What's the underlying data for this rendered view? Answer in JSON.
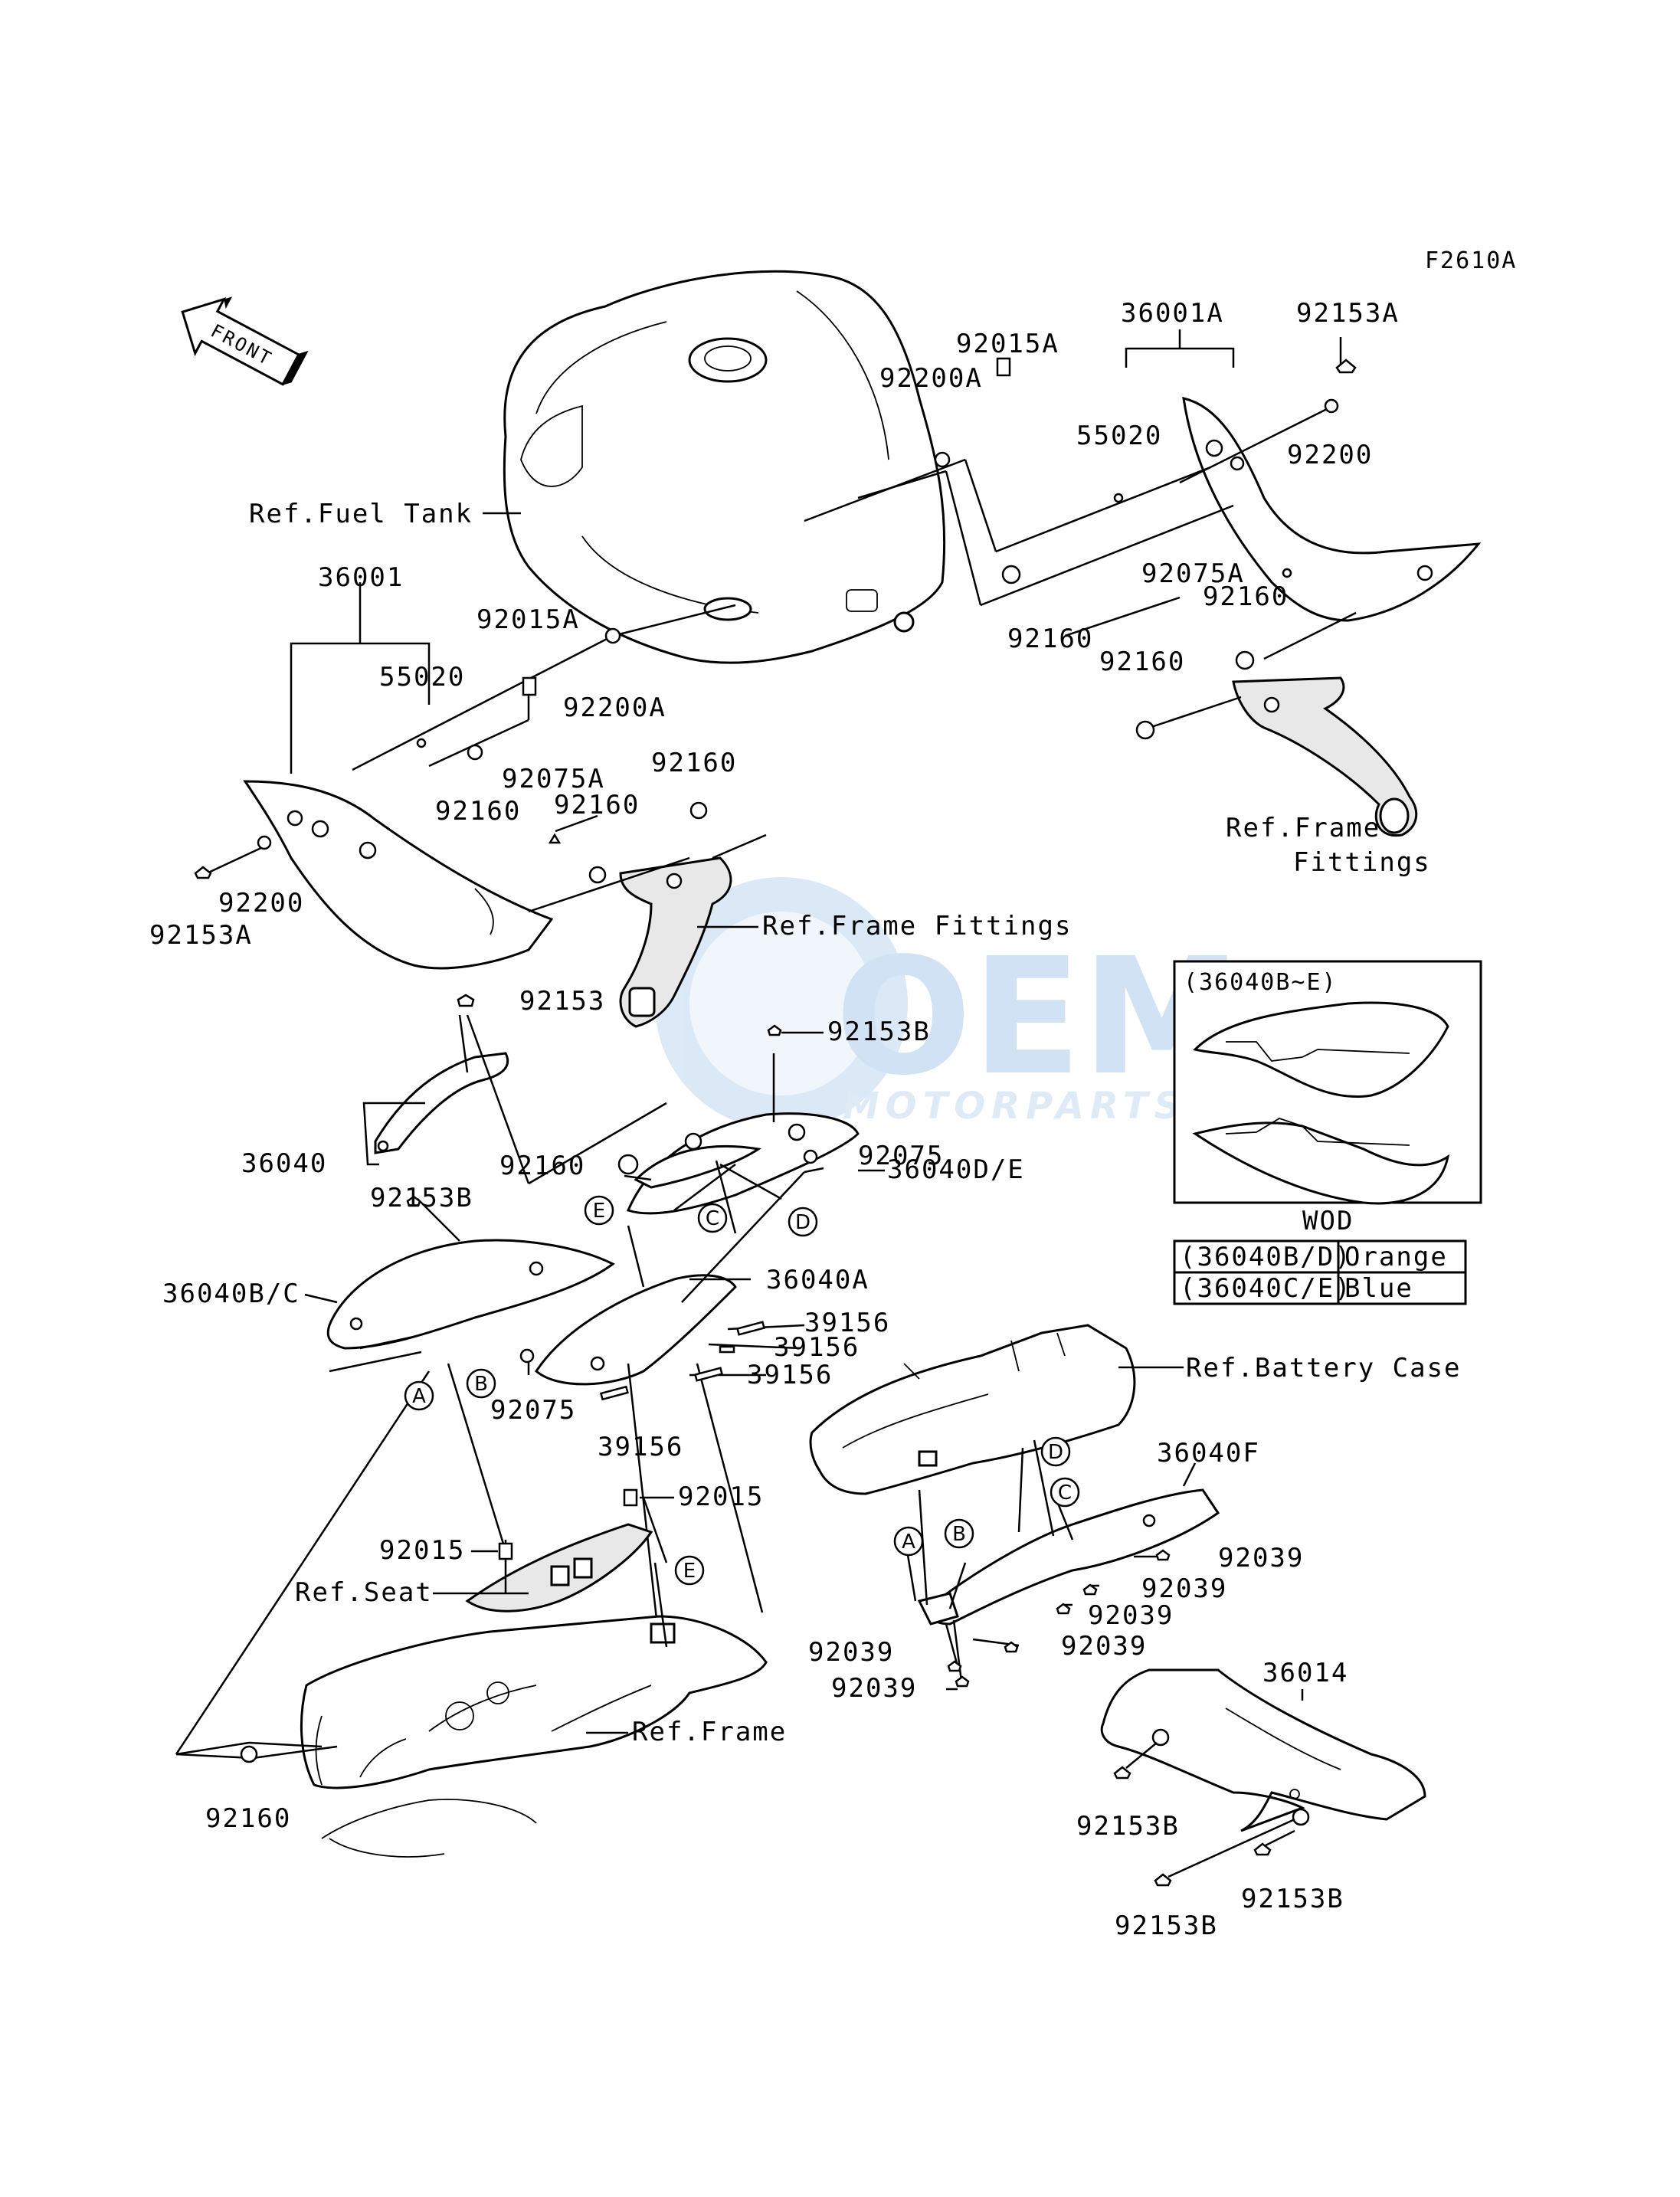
{
  "diagram_code": "F2610A",
  "front_label": "FRONT",
  "watermark": {
    "brand": "OEM",
    "sub": "MOTORPARTS"
  },
  "refs": {
    "fuel_tank": "Ref.Fuel Tank",
    "frame_fittings_1": "Ref.Frame Fittings",
    "frame_fittings_2a": "Ref.Frame",
    "frame_fittings_2b": "Fittings",
    "battery_case": "Ref.Battery Case",
    "seat": "Ref.Seat",
    "frame": "Ref.Frame"
  },
  "parts": {
    "p36001A": "36001A",
    "p92153A_r": "92153A",
    "p92015A_r": "92015A",
    "p92200A_r": "92200A",
    "p55020_r": "55020",
    "p92200_r": "92200",
    "p92075A_r": "92075A",
    "p92160_r1": "92160",
    "p92160_r2": "92160",
    "p92160_r3": "92160",
    "p36001": "36001",
    "p92015A_l": "92015A",
    "p55020_l": "55020",
    "p92200A_l": "92200A",
    "p92075A_l": "92075A",
    "p92160_l1": "92160",
    "p92160_l2": "92160",
    "p92160_l3": "92160",
    "p92200_l": "92200",
    "p92153A_l": "92153A",
    "p92153": "92153",
    "p92153B_1": "92153B",
    "p36040DE": "36040D/E",
    "p36040": "36040",
    "p92160_m": "92160",
    "p92075_1": "92075",
    "p92153B_2": "92153B",
    "p36040A": "36040A",
    "p36040BC": "36040B/C",
    "p39156_1": "39156",
    "p39156_2": "39156",
    "p39156_3": "39156",
    "p39156_4": "39156",
    "p92075_2": "92075",
    "p92015_1": "92015",
    "p92015_2": "92015",
    "p92160_b": "92160",
    "p36040F": "36040F",
    "p92039_1": "92039",
    "p92039_2": "92039",
    "p92039_3": "92039",
    "p92039_4": "92039",
    "p92039_5": "92039",
    "p92039_6": "92039",
    "p36014": "36014",
    "p92153B_3": "92153B",
    "p92153B_4": "92153B",
    "p92153B_5": "92153B"
  },
  "callouts": [
    "A",
    "B",
    "C",
    "D",
    "E"
  ],
  "inset": {
    "title": "(36040B~E)",
    "subtitle": "WOD",
    "rows": [
      {
        "code": "(36040B/D)",
        "color": "Orange"
      },
      {
        "code": "(36040C/E)",
        "color": "Blue"
      }
    ]
  }
}
